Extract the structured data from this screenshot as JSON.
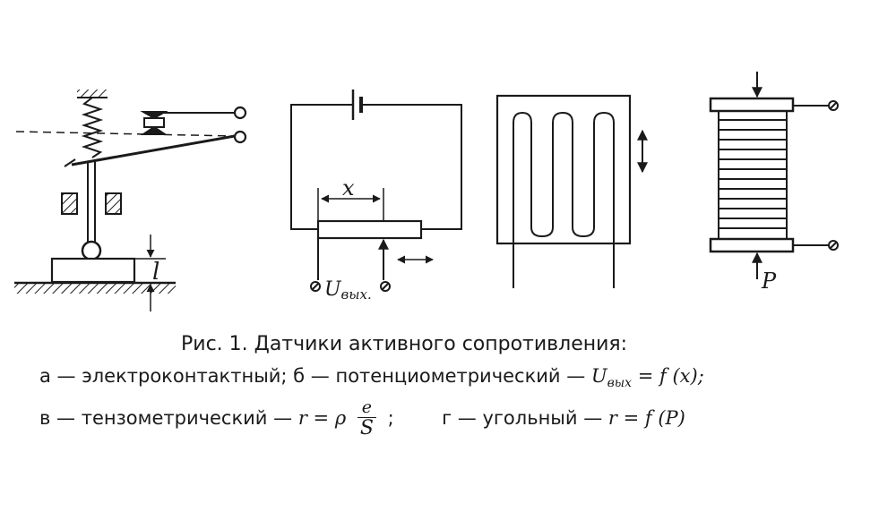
{
  "labels": {
    "x": "x",
    "u_out": "U",
    "u_out_sub": "вых.",
    "l": "l",
    "p": "P"
  },
  "caption": {
    "title": "Рис. 1. Датчики активного сопротивления:",
    "line1_text": "а — электроконтактный; б — потенциометрический —",
    "line1_formula_var": "U",
    "line1_formula_sub": "вых",
    "line1_formula_rest": " = f (x);",
    "line2_text_a": "в — тензометрический —",
    "line2_formula_a": " r = ρ",
    "line2_frac_num": "e",
    "line2_frac_den": "S",
    "line2_sep": " ;",
    "line2_text_b": "г — угольный —",
    "line2_formula_b": " r = f (P)"
  },
  "colors": {
    "ink": "#1a1a1a",
    "background": "#ffffff"
  }
}
